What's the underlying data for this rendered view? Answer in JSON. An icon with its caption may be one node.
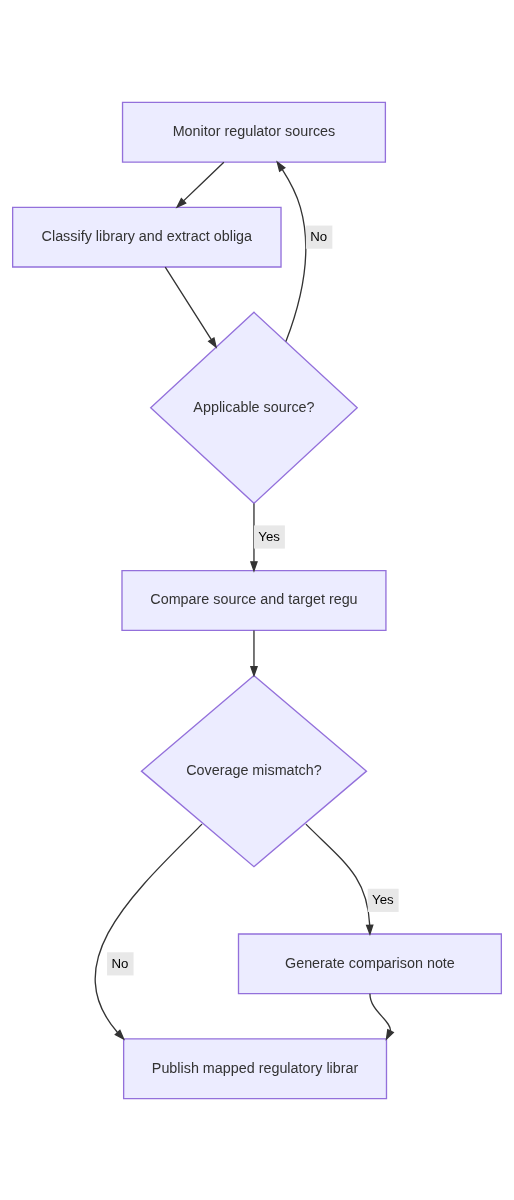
{
  "diagram": {
    "nodes": [
      {
        "text": [
          "Monitor regulator sources"
        ]
      },
      {
        "text": [
          "Classify library and extract obliga"
        ]
      },
      {
        "text": [
          "Applicable source?"
        ]
      },
      {
        "text": [
          "Compare source and target regu"
        ]
      },
      {
        "text": [
          "Coverage mismatch?"
        ]
      },
      {
        "text": [
          "Generate comparison note"
        ]
      },
      {
        "text": [
          "Publish mapped regulatory librar"
        ]
      }
    ],
    "edges": [
      {
        "from": 0,
        "to": 1,
        "arrow": "to"
      },
      {
        "from": 1,
        "to": 2,
        "arrow": "to"
      },
      {
        "from": 2,
        "to": 0,
        "arrow": "to",
        "label": "No"
      },
      {
        "from": 2,
        "to": 3,
        "arrow": "to",
        "label": "Yes"
      },
      {
        "from": 3,
        "to": 4,
        "arrow": "to"
      },
      {
        "from": 4,
        "to": 5,
        "arrow": "to",
        "label": "Yes"
      },
      {
        "from": 4,
        "to": 6,
        "arrow": "to",
        "label": "No"
      },
      {
        "from": 5,
        "to": 6,
        "arrow": "to"
      }
    ]
  }
}
